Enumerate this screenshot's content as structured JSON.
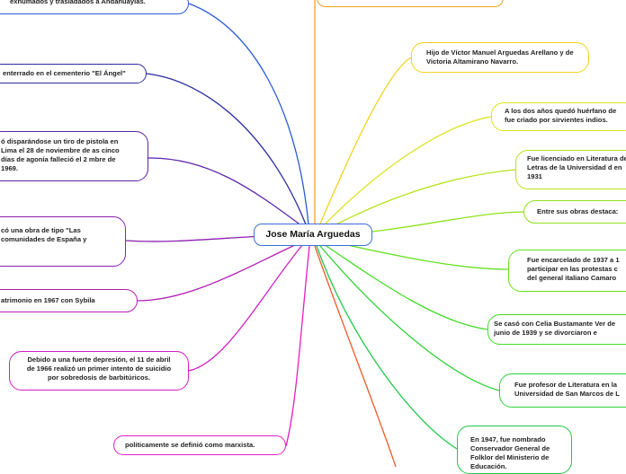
{
  "center": {
    "label": "Jose María Arguedas"
  },
  "nodes": [
    {
      "id": "exhumados",
      "text": "exhumados y trasladados a Andahuaylas.",
      "color": "#2a5bd7"
    },
    {
      "id": "enterrado",
      "text": "enterrado en el cementerio \"El Ángel\"",
      "color": "#2a2aa0"
    },
    {
      "id": "disparo",
      "text": "ó disparándose un tiro de pistola en Lima el 28 de noviembre de as cinco días de agonía falleció el 2 mbre de 1969.",
      "color": "#5a22a8"
    },
    {
      "id": "obra",
      "text": "có una obra de tipo \"Las comunidades de España y",
      "color": "#8a1fb0"
    },
    {
      "id": "matrimonio",
      "text": "atrimonio en 1967 con Sybila",
      "color": "#b41cb5"
    },
    {
      "id": "depresion",
      "text": "Debido a una fuerte depresión, el 11 de abril de 1966 realizó un primer intento de suicidio por sobredosis de barbitúricos.",
      "color": "#d21ec4"
    },
    {
      "id": "marxista",
      "text": "politicamente se definió como marxista.",
      "color": "#e41fc2"
    },
    {
      "id": "top_right",
      "text": "",
      "color": "#f0a020"
    },
    {
      "id": "hijo",
      "text": "Hijo de Víctor Manuel Arguedas Arellano y de Victoria Altamirano Navarro.",
      "color": "#f2d21c"
    },
    {
      "id": "huerfano",
      "text": "A los dos años quedó huérfano de fue criado por sirvientes indios.",
      "color": "#dde21a"
    },
    {
      "id": "licenciado",
      "text": "Fue licenciado en Literatura de Letras de la Universidad d en 1931",
      "color": "#b8e21a"
    },
    {
      "id": "obras",
      "text": "Entre sus obras destaca:",
      "color": "#8ee21c"
    },
    {
      "id": "encarcelado",
      "text": "Fue encarcelado de 1937 a 1 participar en las protestas c del general italiano Camaro",
      "color": "#66e01e"
    },
    {
      "id": "casado",
      "text": "Se casó con Celia Bustamante Ver de junio de 1939 y se divorciaron e",
      "color": "#44dc28"
    },
    {
      "id": "profesor",
      "text": "Fue profesor de Literatura en la Universidad de San Marcos de L",
      "color": "#2ed236"
    },
    {
      "id": "conservador",
      "text": "En 1947, fue nombrado Conservador General de Folklor del Ministerio de Educación.",
      "color": "#22c848"
    }
  ]
}
